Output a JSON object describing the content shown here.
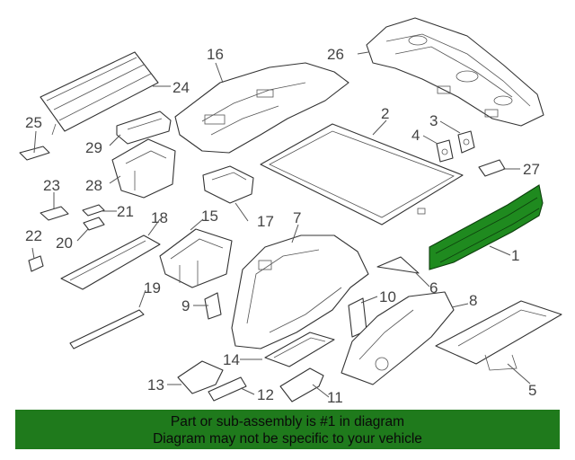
{
  "callouts": [
    "1",
    "2",
    "3",
    "4",
    "5",
    "6",
    "7",
    "8",
    "9",
    "10",
    "11",
    "12",
    "13",
    "14",
    "15",
    "16",
    "17",
    "18",
    "19",
    "20",
    "21",
    "22",
    "23",
    "24",
    "25",
    "26",
    "27",
    "28",
    "29"
  ],
  "highlighted_part": "1",
  "colors": {
    "highlight": "#1f8a1f",
    "banner": "#1f7a1c",
    "line": "#333333"
  },
  "banner": {
    "line1": "Part or sub-assembly is #1 in diagram",
    "line2": "Diagram may not be specific to your vehicle"
  }
}
